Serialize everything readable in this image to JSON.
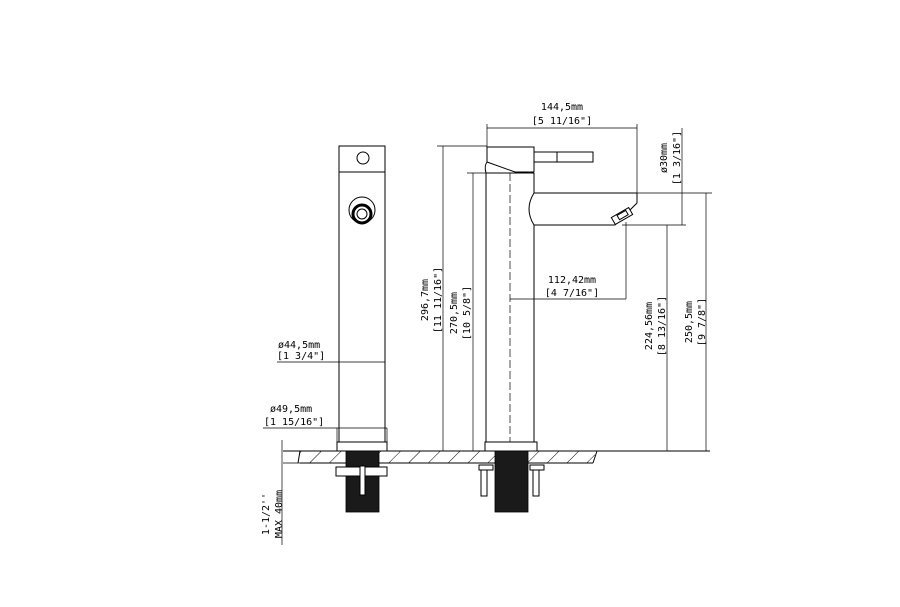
{
  "drawing": {
    "colors": {
      "line": "#000000",
      "background": "#ffffff",
      "fill_dark": "#1a1a1a"
    },
    "dimensions": {
      "spout_reach_total": {
        "mm": "144,5mm",
        "inch": "[5 11/16\"]"
      },
      "spout_diameter": {
        "mm": "ø30mm",
        "inch": "[1 3/16\"]"
      },
      "overall_height": {
        "mm": "296,7mm",
        "inch": "[11 11/16\"]"
      },
      "body_height": {
        "mm": "270,5mm",
        "inch": "[10 5/8\"]"
      },
      "spout_reach": {
        "mm": "112,42mm",
        "inch": "[4 7/16\"]"
      },
      "aerator_height": {
        "mm": "224,56mm",
        "inch": "[8 13/16\"]"
      },
      "spout_top_height": {
        "mm": "250,5mm",
        "inch": "[9 7/8\"]"
      },
      "body_diameter": {
        "mm": "ø44,5mm",
        "inch": "[1 3/4\"]"
      },
      "base_diameter": {
        "mm": "ø49,5mm",
        "inch": "[1 15/16\"]"
      },
      "deck_thickness": {
        "inch": "1-1/2''",
        "mm": "MAX 40mm"
      }
    }
  }
}
